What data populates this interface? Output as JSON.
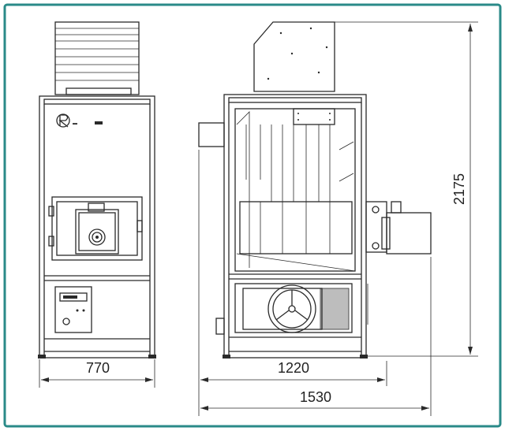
{
  "dimensions": {
    "width_front": "770",
    "width_side": "1220",
    "width_total": "1530",
    "height_total": "2175"
  },
  "colors": {
    "border": "#2a8a88",
    "line": "#2a2a2a",
    "background": "#ffffff"
  }
}
